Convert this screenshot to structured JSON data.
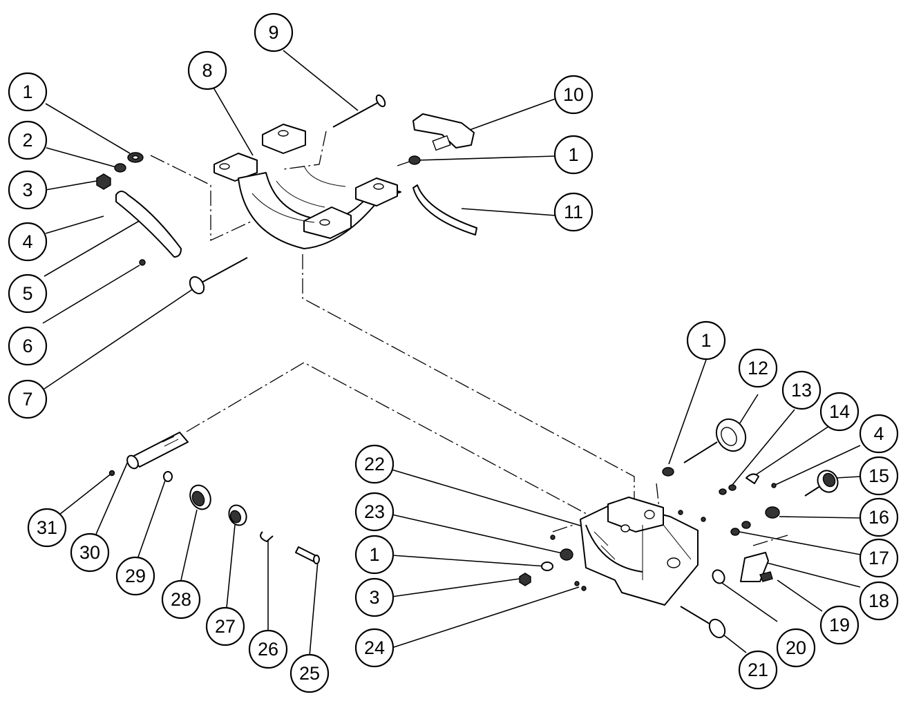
{
  "diagram": {
    "type": "exploded-parts-view",
    "colors": {
      "line": "#000000",
      "background": "#ffffff"
    },
    "callouts": [
      {
        "id": "c1a",
        "label": "1"
      },
      {
        "id": "c2",
        "label": "2"
      },
      {
        "id": "c3a",
        "label": "3"
      },
      {
        "id": "c4a",
        "label": "4"
      },
      {
        "id": "c5",
        "label": "5"
      },
      {
        "id": "c6",
        "label": "6"
      },
      {
        "id": "c7",
        "label": "7"
      },
      {
        "id": "c8",
        "label": "8"
      },
      {
        "id": "c9",
        "label": "9"
      },
      {
        "id": "c10",
        "label": "10"
      },
      {
        "id": "c1b",
        "label": "1"
      },
      {
        "id": "c11",
        "label": "11"
      },
      {
        "id": "c1c",
        "label": "1"
      },
      {
        "id": "c12",
        "label": "12"
      },
      {
        "id": "c13",
        "label": "13"
      },
      {
        "id": "c14",
        "label": "14"
      },
      {
        "id": "c4b",
        "label": "4"
      },
      {
        "id": "c15",
        "label": "15"
      },
      {
        "id": "c16",
        "label": "16"
      },
      {
        "id": "c17",
        "label": "17"
      },
      {
        "id": "c18",
        "label": "18"
      },
      {
        "id": "c19",
        "label": "19"
      },
      {
        "id": "c20",
        "label": "20"
      },
      {
        "id": "c21",
        "label": "21"
      },
      {
        "id": "c22",
        "label": "22"
      },
      {
        "id": "c23",
        "label": "23"
      },
      {
        "id": "c1d",
        "label": "1"
      },
      {
        "id": "c3b",
        "label": "3"
      },
      {
        "id": "c24",
        "label": "24"
      },
      {
        "id": "c25",
        "label": "25"
      },
      {
        "id": "c26",
        "label": "26"
      },
      {
        "id": "c27",
        "label": "27"
      },
      {
        "id": "c28",
        "label": "28"
      },
      {
        "id": "c29",
        "label": "29"
      },
      {
        "id": "c30",
        "label": "30"
      },
      {
        "id": "c31",
        "label": "31"
      }
    ]
  }
}
